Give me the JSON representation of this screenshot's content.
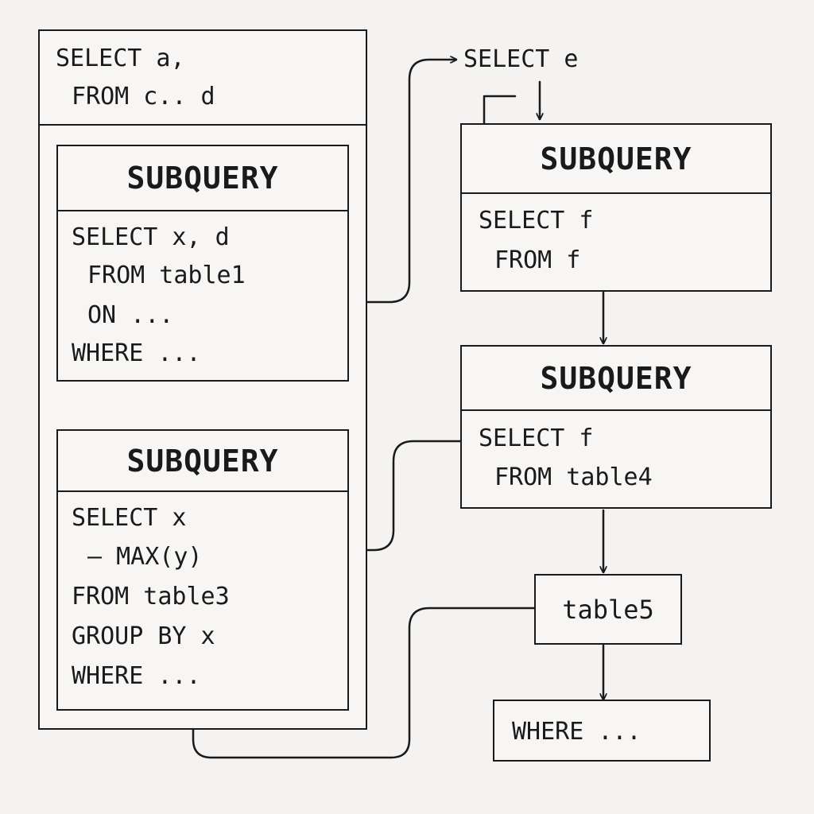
{
  "outer_query": {
    "line1": "SELECT a,",
    "line2": "FROM c.. d"
  },
  "subquery_1": {
    "title": "SUBQUERY",
    "lines": [
      "SELECT x, d",
      "FROM table1",
      "ON ...",
      "WHERE ..."
    ]
  },
  "subquery_2": {
    "title": "SUBQUERY",
    "lines": [
      "SELECT x",
      "– MAX(y)",
      "FROM table3",
      "GROUP BY x",
      "WHERE ..."
    ]
  },
  "top_label": "SELECT e",
  "subquery_3": {
    "title": "SUBQUERY",
    "lines": [
      "SELECT f",
      "FROM f"
    ]
  },
  "subquery_4": {
    "title": "SUBQUERY",
    "lines": [
      "SELECT f",
      "FROM table4"
    ]
  },
  "table5": {
    "label": "table5"
  },
  "where_box": {
    "label": "WHERE ..."
  }
}
